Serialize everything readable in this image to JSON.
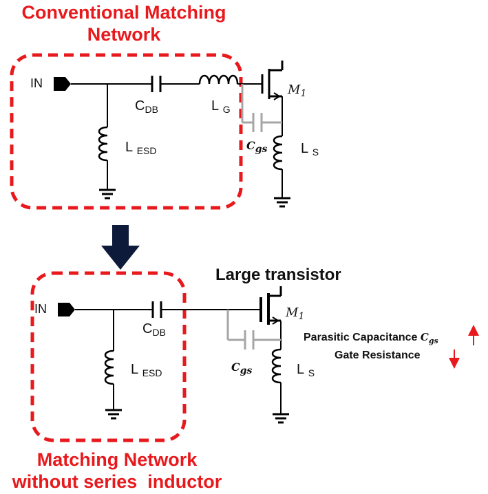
{
  "top": {
    "title_line1": "Conventional Matching",
    "title_line2": "Network",
    "in_label": "IN",
    "cdb_main": "C",
    "cdb_sub": "DB",
    "lg_main": "L",
    "lg_sub": "G",
    "lesd_main": "L",
    "lesd_sub": "ESD",
    "cgs_main": "C",
    "cgs_sub": "gs",
    "ls_main": "L",
    "ls_sub": "S",
    "m1_main": "M",
    "m1_sub": "1"
  },
  "bottom": {
    "heading": "Large transistor",
    "in_label": "IN",
    "cdb_main": "C",
    "cdb_sub": "DB",
    "lesd_main": "L",
    "lesd_sub": "ESD",
    "cgs_main": "C",
    "cgs_sub": "gs",
    "ls_main": "L",
    "ls_sub": "S",
    "m1_main": "M",
    "m1_sub": "1",
    "title_line1": "Matching Network",
    "title_line2": "without series  inductor",
    "note_parasitic": "Parasitic Capacitance",
    "note_cgs_main": "C",
    "note_cgs_sub": "gs",
    "note_gate": "Gate Resistance"
  },
  "colors": {
    "accent_red": "#e8191c",
    "arrow_navy": "#0d1a3a",
    "gray_parasitic": "#a6a6a6",
    "wire": "#000000"
  }
}
